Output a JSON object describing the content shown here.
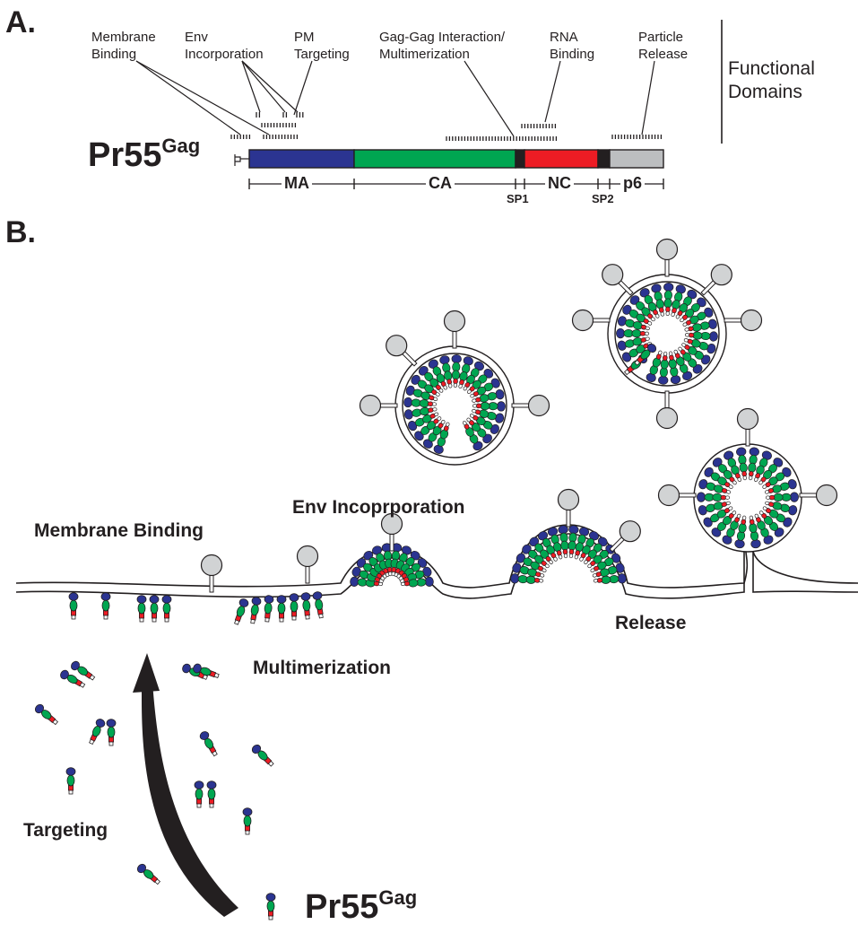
{
  "panel_a": {
    "label": "A.",
    "domain_labels": [
      {
        "key": "membrane",
        "line1": "Membrane",
        "line2": "Binding"
      },
      {
        "key": "env",
        "line1": "Env",
        "line2": "Incorporation"
      },
      {
        "key": "pm",
        "line1": "PM",
        "line2": "Targeting"
      },
      {
        "key": "gaggag",
        "line1": "Gag-Gag Interaction/",
        "line2": "Multimerization"
      },
      {
        "key": "rna",
        "line1": "RNA",
        "line2": "Binding"
      },
      {
        "key": "particle",
        "line1": "Particle",
        "line2": "Release"
      }
    ],
    "functional_domains": {
      "line1": "Functional",
      "line2": "Domains"
    },
    "protein": {
      "name": "Pr55",
      "superscript": "Gag",
      "myristoyl": "m"
    },
    "segments": {
      "ma": "MA",
      "ca": "CA",
      "sp1": "SP1",
      "nc": "NC",
      "sp2": "SP2",
      "p6": "p6"
    },
    "colors": {
      "ma": "#2b3491",
      "ca": "#00a651",
      "spacer": "#231f20",
      "nc": "#ed1c24",
      "p6": "#bcbec0"
    }
  },
  "panel_b": {
    "label": "B.",
    "steps": {
      "membrane_binding": "Membrane Binding",
      "env_incorporation": "Env Incoprporation",
      "multimerization": "Multimerization",
      "release": "Release",
      "targeting": "Targeting"
    },
    "protein": {
      "name": "Pr55",
      "superscript": "Gag"
    },
    "colors": {
      "ma": "#2b3491",
      "ca": "#00a651",
      "nc": "#ed1c24",
      "env": "#d1d3d4"
    }
  }
}
